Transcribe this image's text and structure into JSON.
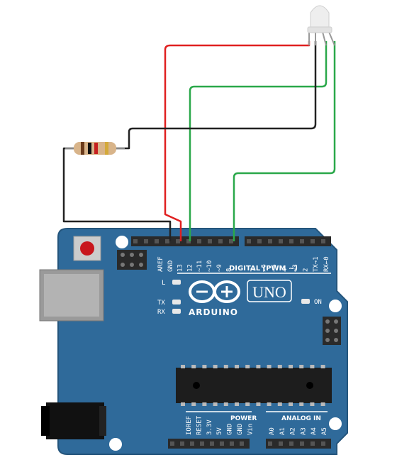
{
  "board": {
    "model": "UNO",
    "brand": "ARDUINO",
    "digital_label": "DIGITAL (PWM ~)",
    "power_label": "POWER",
    "analog_label": "ANALOG IN",
    "led_l": "L",
    "led_tx": "TX",
    "led_rx": "RX",
    "led_on": "ON",
    "digital_pins_left": [
      "AREF",
      "GND",
      "13",
      "12",
      "~11",
      "~10",
      "~9",
      "8"
    ],
    "digital_pins_right": [
      "7",
      "~6",
      "~5",
      "4",
      "~3",
      "2",
      "TX→1",
      "RX←0"
    ],
    "power_pins": [
      "IOREF",
      "RESET",
      "3.3V",
      "5V",
      "GND",
      "GND",
      "Vin"
    ],
    "analog_pins": [
      "A0",
      "A1",
      "A2",
      "A3",
      "A4",
      "A5"
    ],
    "colors": {
      "board": "#2f6a9a",
      "header": "#2a2a2a",
      "chip": "#1d1d1d",
      "reset_button": "#c8161d"
    }
  },
  "components": {
    "resistor": {
      "bands": [
        "#6b3b1b",
        "#111111",
        "#c62020",
        "#d4a93a"
      ]
    },
    "led": {
      "type": "RGB LED (common cathode)"
    }
  },
  "wires": [
    {
      "from": "GND",
      "to": "resistor",
      "color": "#222222"
    },
    {
      "from": "13",
      "to": "led-red",
      "color": "#e02020"
    },
    {
      "from": "12",
      "to": "led-green",
      "color": "#2aa84a"
    },
    {
      "from": "8",
      "to": "led-blue",
      "color": "#2aa84a"
    },
    {
      "from": "resistor",
      "to": "led-cathode",
      "color": "#222222"
    }
  ]
}
